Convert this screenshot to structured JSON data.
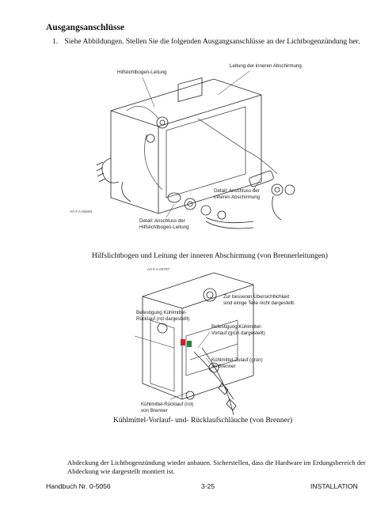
{
  "section_heading": "Ausgangsanschlüsse",
  "step": {
    "number": "1.",
    "text": "Siehe Abbildungen. Stellen Sie die folgenden Ausgangsanschlüsse an der Lichtbogenzündung her."
  },
  "figure1": {
    "labels": {
      "pilot_lead": "Hilfslichtbogen-Leitung",
      "inner_shield_lead": "Leitung der inneren Abschirmung",
      "detail_inner_shield": "Detail: Anschluss der inneren Abschirmung",
      "detail_pilot": "Detail: Anschluss der Hilfslichtbogen-Leitung"
    },
    "art_no": "Art # A-04693",
    "caption": "Hilfslichtbogen und Leitung der inneren Abschirmung (von Brennerleitungen)"
  },
  "figure2": {
    "art_no": "Art # A-04797",
    "labels": {
      "visibility_note": "Zur besseren Übersichtlichkeit sind einige Teile nicht dargestellt.",
      "coolant_return_clamp": "Befestigung Kühlmittel-Rücklauf (rot dargestellt)",
      "coolant_supply_clamp": "Befestigung Kühlmittel-Vorlauf (grün dargestellt)",
      "coolant_supply": "Kühlmittel-Zulauf (grün) an Brenner",
      "coolant_return": "Kühlmittel-Rücklauf (rot) von Brenner"
    },
    "caption": "Kühlmittel-Vorlauf- und- Rücklaufschläuche (von Brenner)",
    "colors": {
      "return_red": "#d02020",
      "supply_green": "#1f8a3a"
    }
  },
  "closing_text": "Abdeckung der Lichtbogenzündung wieder anbauen. Sicherstellen, dass die Hardware im Erdungsbereich der Abdeckung wie dargestellt montiert ist.",
  "footer": {
    "left": "Handbuch Nr. 0-5056",
    "center": "3-25",
    "right": "INSTALLATION"
  }
}
